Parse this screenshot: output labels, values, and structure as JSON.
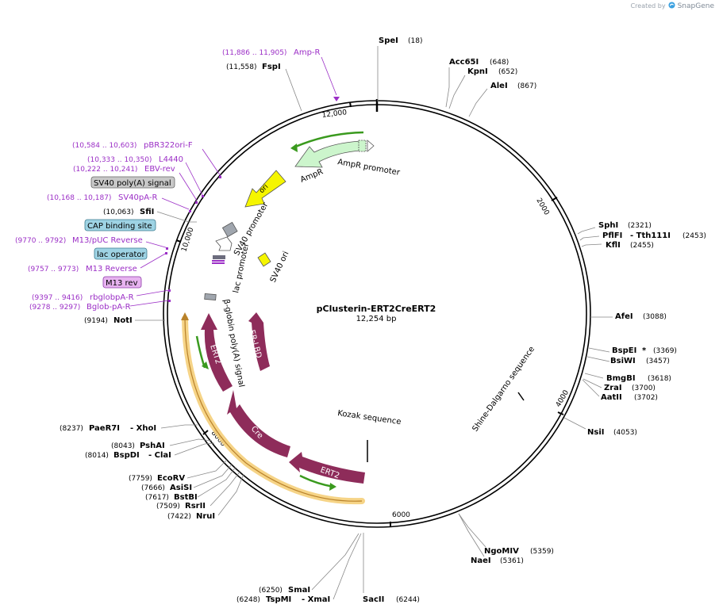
{
  "watermark": {
    "prefix": "Created by",
    "brand": "SnapGene"
  },
  "plasmid": {
    "name": "pClusterin-ERT2CreERT2",
    "size_label": "12,254 bp",
    "length": 12254
  },
  "ticks": [
    "2000",
    "4000",
    "6000",
    "8000",
    "10,000",
    "12,000"
  ],
  "sites": [
    {
      "name": "SpeI",
      "pos": "(18)"
    },
    {
      "name": "Acc65I",
      "pos": "(648)"
    },
    {
      "name": "KpnI",
      "pos": "(652)"
    },
    {
      "name": "AleI",
      "pos": "(867)"
    },
    {
      "name": "SphI",
      "pos": "(2321)"
    },
    {
      "name": "PflFI",
      "extra": "- Tth111I",
      "pos": "(2453)"
    },
    {
      "name": "KflI",
      "pos": "(2455)"
    },
    {
      "name": "AfeI",
      "pos": "(3088)"
    },
    {
      "name": "BspEI",
      "star": "*",
      "pos": "(3369)"
    },
    {
      "name": "BsiWI",
      "pos": "(3457)"
    },
    {
      "name": "BmgBI",
      "pos": "(3618)"
    },
    {
      "name": "ZraI",
      "pos": "(3700)"
    },
    {
      "name": "AatII",
      "pos": "(3702)"
    },
    {
      "name": "NsiI",
      "pos": "(4053)"
    },
    {
      "name": "NgoMIV",
      "pos": "(5359)"
    },
    {
      "name": "NaeI",
      "pos": "(5361)"
    },
    {
      "name": "SacII",
      "pos": "(6244)"
    },
    {
      "name": "SmaI",
      "pos": "(6250)"
    },
    {
      "name": "TspMI",
      "extra": "- XmaI",
      "pos": "(6248)"
    },
    {
      "name": "NruI",
      "pos": "(7422)"
    },
    {
      "name": "RsrII",
      "pos": "(7509)"
    },
    {
      "name": "BstBI",
      "pos": "(7617)"
    },
    {
      "name": "AsiSI",
      "pos": "(7666)"
    },
    {
      "name": "EcoRV",
      "pos": "(7759)"
    },
    {
      "name": "BspDI",
      "extra": "- ClaI",
      "pos": "(8014)"
    },
    {
      "name": "PshAI",
      "pos": "(8043)"
    },
    {
      "name": "PaeR7I",
      "extra": "- XhoI",
      "pos": "(8237)"
    },
    {
      "name": "NotI",
      "pos": "(9194)"
    },
    {
      "name": "SfiI",
      "pos": "(10,063)"
    },
    {
      "name": "FspI",
      "pos": "(11,558)"
    }
  ],
  "primers": [
    {
      "name": "Amp-R",
      "pos": "(11,886 .. 11,905)"
    },
    {
      "name": "pBR322ori-F",
      "pos": "(10,584 .. 10,603)"
    },
    {
      "name": "L4440",
      "pos": "(10,333 .. 10,350)"
    },
    {
      "name": "EBV-rev",
      "pos": "(10,222 .. 10,241)"
    },
    {
      "name": "SV40pA-R",
      "pos": "(10,168 .. 10,187)"
    },
    {
      "name": "M13/pUC Reverse",
      "pos": "(9770 .. 9792)"
    },
    {
      "name": "M13 Reverse",
      "pos": "(9757 .. 9773)"
    },
    {
      "name": "rbglobpA-R",
      "pos": "(9397 .. 9416)"
    },
    {
      "name": "Bglob-pA-R",
      "pos": "(9278 .. 9297)"
    }
  ],
  "boxed_labels": [
    "SV40 poly(A) signal",
    "CAP binding site",
    "lac operator",
    "M13 rev"
  ],
  "features": [
    "AmpR promoter",
    "AmpR",
    "ori",
    "SV40 promoter",
    "SV40 ori",
    "lac promoter",
    "β-globin poly(A) signal",
    "ER-LBD",
    "ERT2",
    "Cre",
    "ERT2",
    "Kozak sequence",
    "Shine-Dalgarno sequence"
  ],
  "colors": {
    "backbone": "#000000",
    "cds": "#8e2c5a",
    "promoter": "#ccf5cc",
    "ori": "#f5f500",
    "primer": "#9b2ec6",
    "green_arrow": "#3a9a1e",
    "orange_highlight": "#f5cf7a",
    "gray_feature": "#a0a6ae"
  }
}
